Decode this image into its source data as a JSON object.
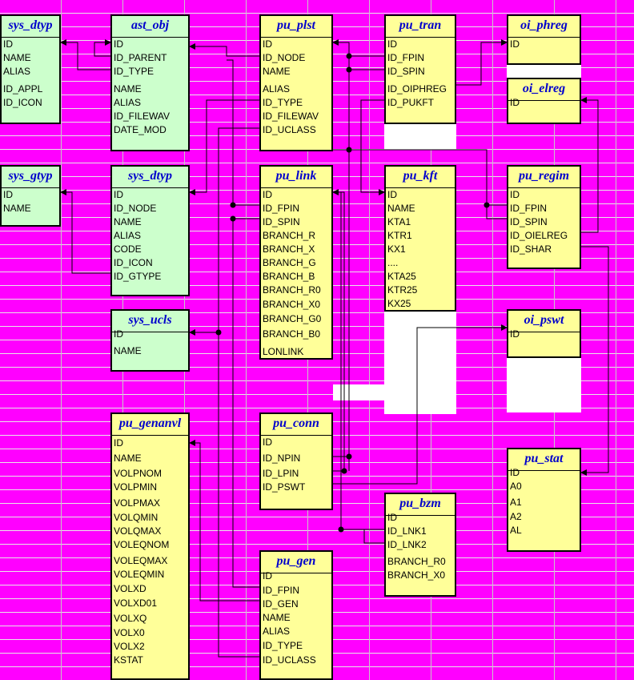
{
  "tables": {
    "sys_dtyp_top": {
      "title": "sys_dtyp",
      "fields": [
        "ID",
        "NAME",
        "ALIAS",
        "ID_APPL",
        "ID_ICON"
      ]
    },
    "sys_gtyp": {
      "title": "sys_gtyp",
      "fields": [
        "ID",
        "NAME"
      ]
    },
    "ast_obj": {
      "title": "ast_obj",
      "fields": [
        "ID",
        "ID_PARENT",
        "ID_TYPE",
        "NAME",
        "ALIAS",
        "ID_FILEWAV",
        "DATE_MOD"
      ]
    },
    "sys_dtyp_mid": {
      "title": "sys_dtyp",
      "fields": [
        "ID",
        "ID_NODE",
        "NAME",
        "ALIAS",
        "CODE",
        "ID_ICON",
        "ID_GTYPE"
      ]
    },
    "sys_ucls": {
      "title": "sys_ucls",
      "fields": [
        "ID",
        "NAME"
      ]
    },
    "pu_genanvl": {
      "title": "pu_genanvl",
      "fields": [
        "ID",
        "NAME",
        "VOLPNOM",
        "VOLPMIN",
        "VOLPMAX",
        "VOLQMIN",
        "VOLQMAX",
        "VOLEQNOM",
        "VOLEQMAX",
        "VOLEQMIN",
        "VOLXD",
        "VOLXD01",
        "VOLXQ",
        "VOLX0",
        "VOLX2",
        "KSTAT"
      ]
    },
    "pu_plst": {
      "title": "pu_plst",
      "fields": [
        "ID",
        "ID_NODE",
        "NAME",
        "ALIAS",
        "ID_TYPE",
        "ID_FILEWAV",
        "ID_UCLASS"
      ]
    },
    "pu_link": {
      "title": "pu_link",
      "fields": [
        "ID",
        "ID_FPIN",
        "ID_SPIN",
        "BRANCH_R",
        "BRANCH_X",
        "BRANCH_G",
        "BRANCH_B",
        "BRANCH_R0",
        "BRANCH_X0",
        "BRANCH_G0",
        "BRANCH_B0",
        "LONLINK"
      ]
    },
    "pu_conn": {
      "title": "pu_conn",
      "fields": [
        "ID",
        "ID_NPIN",
        "ID_LPIN",
        "ID_PSWT"
      ]
    },
    "pu_gen": {
      "title": "pu_gen",
      "fields": [
        "ID",
        "ID_FPIN",
        "ID_GEN",
        "NAME",
        "ALIAS",
        "ID_TYPE",
        "ID_UCLASS"
      ]
    },
    "pu_tran": {
      "title": "pu_tran",
      "fields": [
        "ID",
        "ID_FPIN",
        "ID_SPIN",
        "ID_OIPHREG",
        "ID_PUKFT"
      ]
    },
    "pu_kft": {
      "title": "pu_kft",
      "fields": [
        "ID",
        "NAME",
        "KTA1",
        "KTR1",
        "KX1",
        "....",
        "KTA25",
        "KTR25",
        "KX25"
      ]
    },
    "pu_bzm": {
      "title": "pu_bzm",
      "fields": [
        "ID",
        "ID_LNK1",
        "ID_LNK2",
        "BRANCH_R0",
        "BRANCH_X0"
      ]
    },
    "oi_phreg": {
      "title": "oi_phreg",
      "fields": [
        "ID"
      ]
    },
    "oi_elreg": {
      "title": "oi_elreg",
      "fields": [
        "ID"
      ]
    },
    "pu_regim": {
      "title": "pu_regim",
      "fields": [
        "ID",
        "ID_FPIN",
        "ID_SPIN",
        "ID_OIELREG",
        "ID_SHAR"
      ]
    },
    "oi_pswt": {
      "title": "oi_pswt",
      "fields": [
        "ID"
      ]
    },
    "pu_stat": {
      "title": "pu_stat",
      "fields": [
        "ID",
        "A0",
        "A1",
        "A2",
        "AL"
      ]
    }
  },
  "colors": {
    "background": "#ff00ff",
    "green_table": "#ccffcc",
    "yellow_table": "#ffff99",
    "title_text": "#0000cc"
  }
}
